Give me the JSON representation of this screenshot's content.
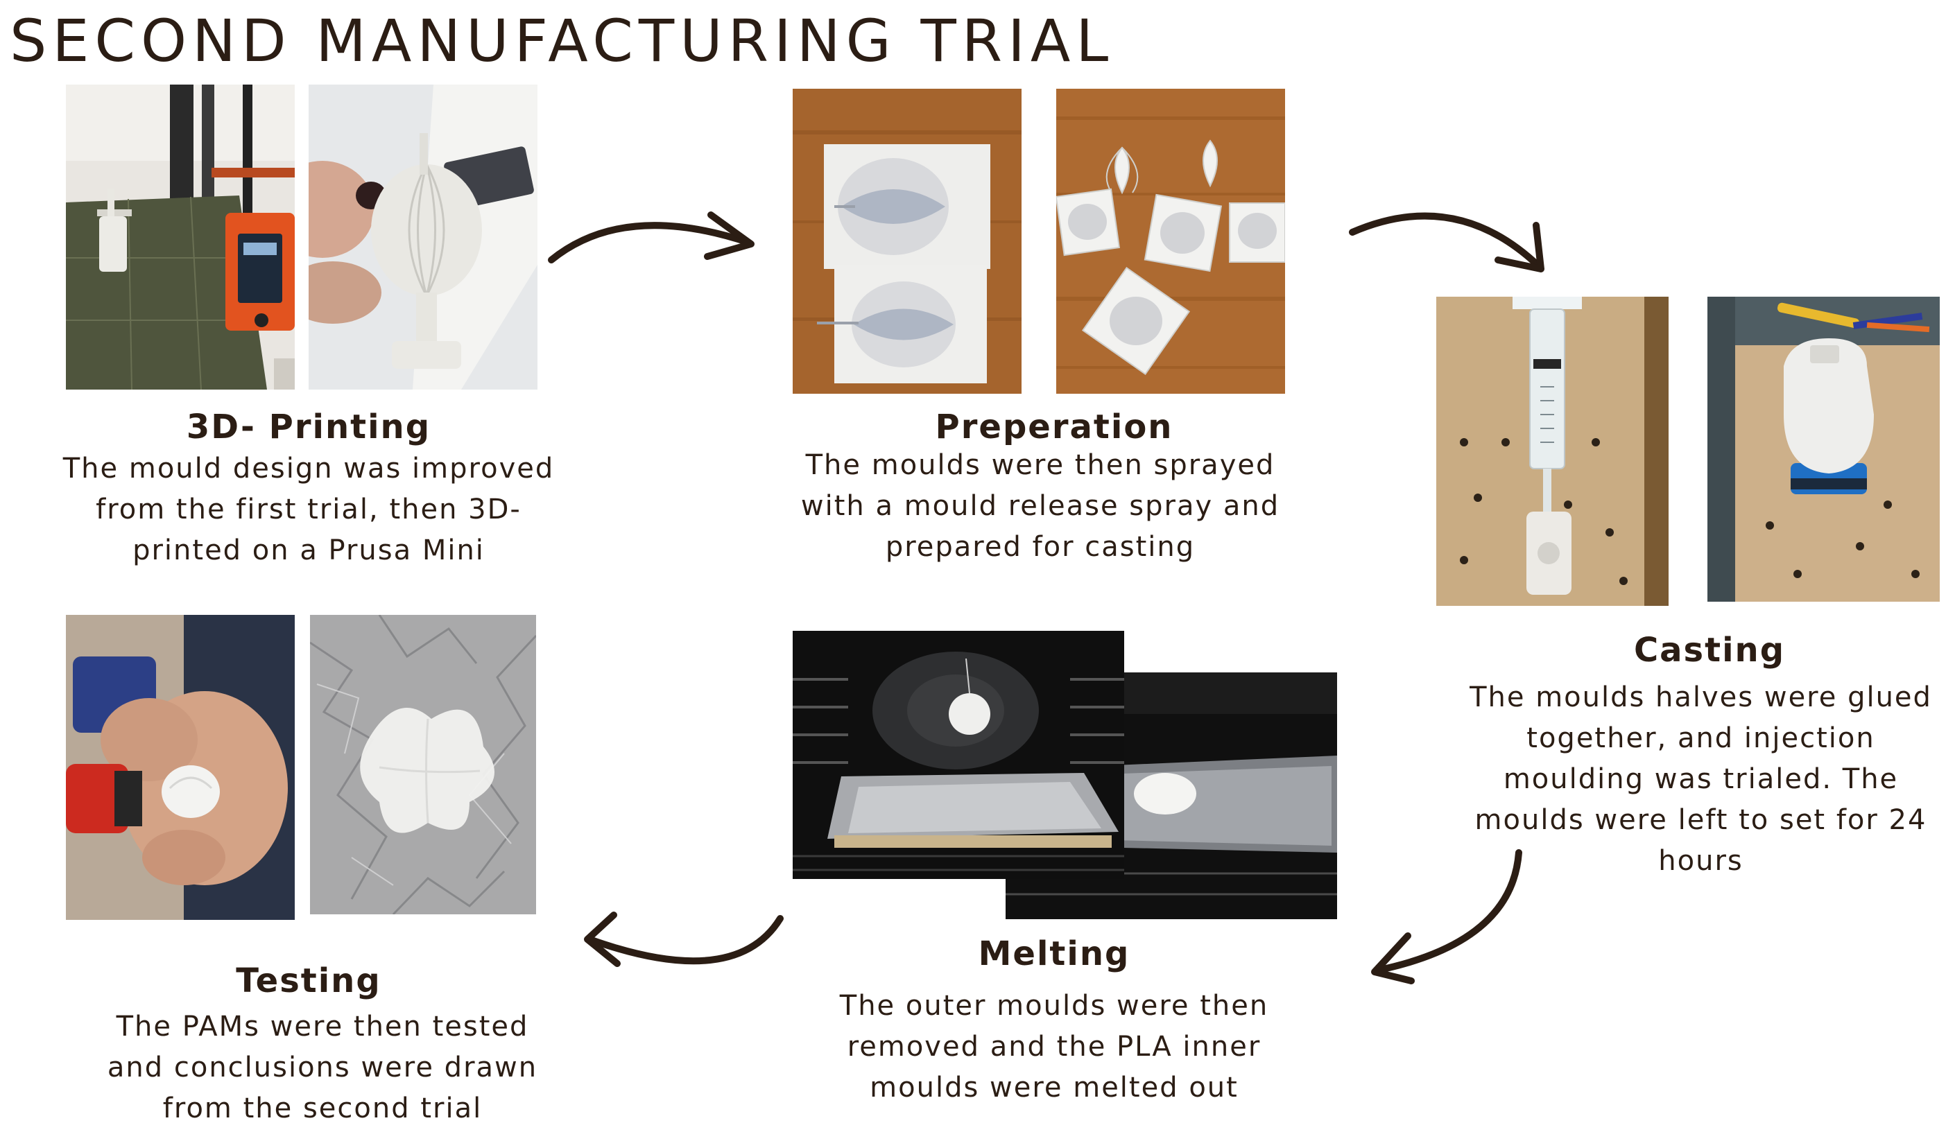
{
  "title": "SECOND MANUFACTURING TRIAL",
  "steps": {
    "printing": {
      "title": "3D- Printing",
      "lines": [
        "The mould design was improved",
        "from the first trial, then 3D-",
        "printed on a Prusa Mini"
      ]
    },
    "preparation": {
      "title": "Preperation",
      "lines": [
        "The moulds were then sprayed",
        "with a mould release  spray and",
        "prepared for casting"
      ]
    },
    "casting": {
      "title": "Casting",
      "lines": [
        "The moulds halves were glued",
        "together, and injection",
        "moulding was trialed. The",
        "moulds were left to set for 24",
        "hours"
      ]
    },
    "melting": {
      "title": "Melting",
      "lines": [
        "The outer moulds were then",
        "removed and the PLA inner",
        "moulds were melted out"
      ]
    },
    "testing": {
      "title": "Testing",
      "lines": [
        "The PAMs were then tested",
        "and conclusions were drawn",
        "from the second trial"
      ]
    }
  },
  "colors": {
    "text": "#2b1d14",
    "arrow": "#2b1d14",
    "background": "#ffffff"
  }
}
